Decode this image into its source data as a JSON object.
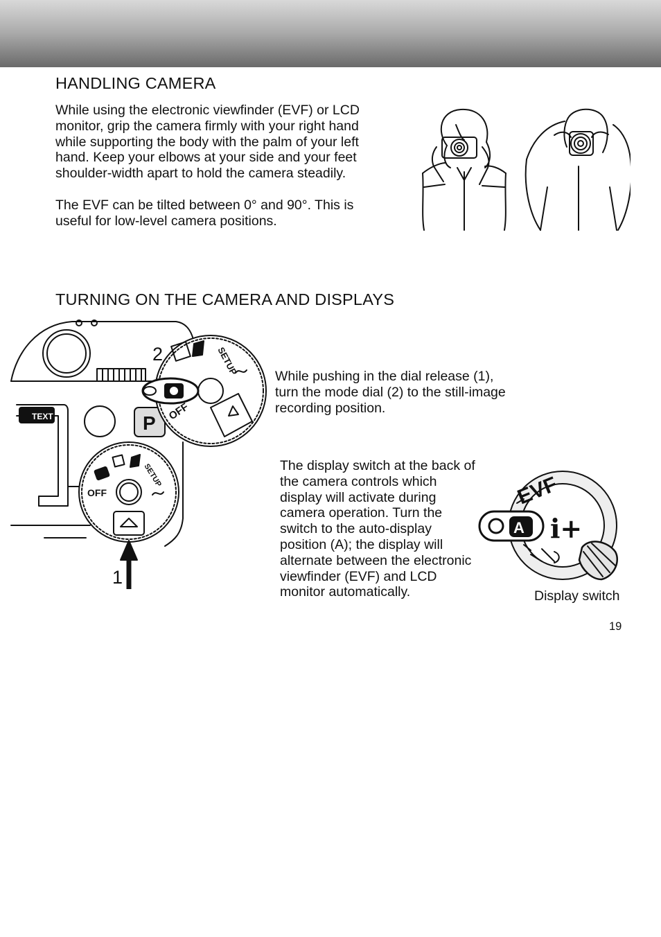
{
  "section1": {
    "title": "HANDLING CAMERA",
    "para1_lines": [
      "While using the electronic viewfinder (EVF) or LCD",
      "monitor, grip the camera firmly with your right hand",
      "while supporting the body with the palm of your left",
      "hand. Keep your elbows at your side and your feet",
      "shoulder-width apart to hold the camera steadily."
    ],
    "para2_lines": [
      "The EVF can be tilted between 0° and 90°. This is",
      "useful for low-level camera positions."
    ]
  },
  "section2": {
    "title": "TURNING ON THE CAMERA AND DISPLAYS",
    "para1_lines": [
      "While pushing in the dial release (1),",
      "turn the mode dial (2) to the still-image",
      "recording position."
    ],
    "para2_lines": [
      "The display switch at the back of",
      "the camera controls which",
      "display will activate during",
      "camera operation. Turn the",
      "switch to the auto-display",
      "position (A); the display will",
      "alternate between the electronic",
      "viewfinder (EVF) and LCD",
      "monitor automatically."
    ],
    "callout_1": "1",
    "callout_2": "2",
    "caption": "Display switch"
  },
  "illustration_labels": {
    "dial_setup": "SETUP",
    "dial_off": "OFF",
    "text_button": "TEXT",
    "program_button": "P",
    "switch_evf": "EVF",
    "switch_auto": "A",
    "switch_info": "i+"
  },
  "page_number": "19"
}
